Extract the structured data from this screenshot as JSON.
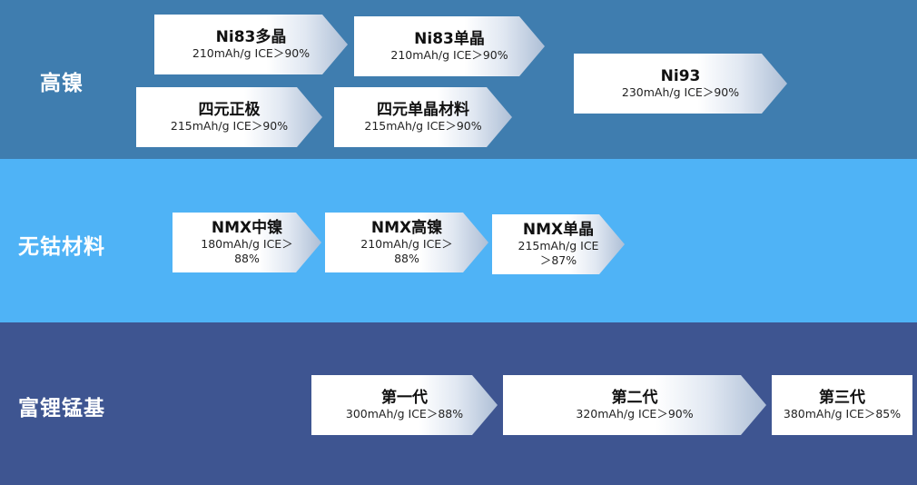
{
  "rows": [
    {
      "label": "高镍"
    },
    {
      "label": "无钴材料"
    },
    {
      "label": "富锂锰基"
    }
  ],
  "boxes": {
    "ni83_poly": {
      "title": "Ni83多晶",
      "spec": "210mAh/g  ICE＞90%"
    },
    "ni83_single": {
      "title": "Ni83单晶",
      "spec": "210mAh/g  ICE＞90%"
    },
    "ni93": {
      "title": "Ni93",
      "spec": "230mAh/g  ICE＞90%"
    },
    "quaternary": {
      "title": "四元正极",
      "spec": "215mAh/g  ICE＞90%"
    },
    "quaternary_single": {
      "title": "四元单晶材料",
      "spec": "215mAh/g  ICE＞90%"
    },
    "nmx_mid": {
      "title": "NMX中镍",
      "spec_line1": "180mAh/g  ICE＞",
      "spec_line2": "88%"
    },
    "nmx_high": {
      "title": "NMX高镍",
      "spec_line1": "210mAh/g  ICE＞",
      "spec_line2": "88%"
    },
    "nmx_single": {
      "title": "NMX单晶",
      "spec_line1": "215mAh/g  ICE",
      "spec_line2": "＞87%"
    },
    "gen1": {
      "title": "第一代",
      "spec": "300mAh/g  ICE＞88%"
    },
    "gen2": {
      "title": "第二代",
      "spec": "320mAh/g  ICE＞90%"
    },
    "gen3": {
      "title": "第三代",
      "spec": "380mAh/g  ICE＞85%"
    }
  }
}
